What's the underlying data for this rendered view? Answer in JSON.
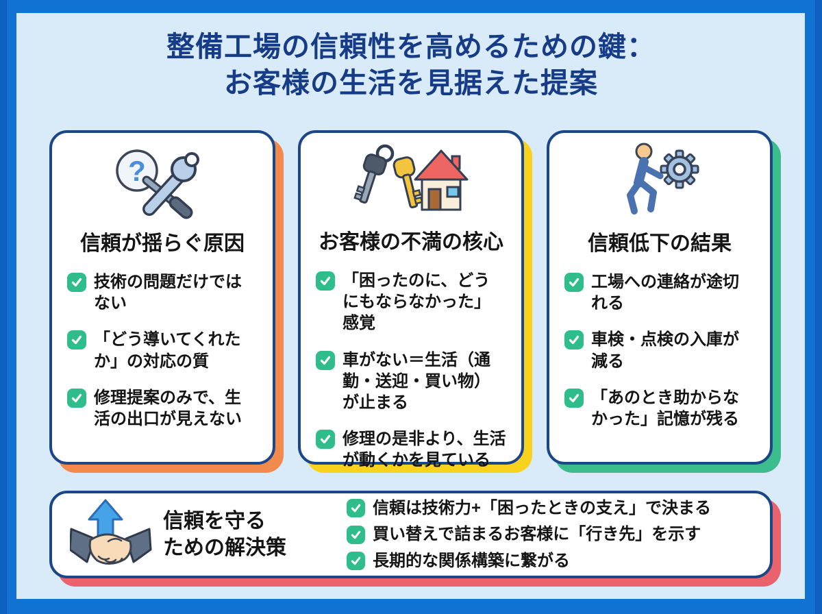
{
  "title": {
    "line1": "整備工場の信頼性を高めるための鍵：",
    "line2": "お客様の生活を見据えた提案"
  },
  "palette": {
    "frame_blue": "#1173d4",
    "frame_edge_blue": "#0d60bf",
    "panel_light_blue": "#d9ebf8",
    "title_navy": "#173c87",
    "card_border_navy": "#1b4688",
    "check_green": "#2fbe8b",
    "text_black": "#141414",
    "card_shadow_orange": "#f28a4d",
    "card_shadow_yellow": "#f8d21c",
    "card_shadow_teal": "#3bbd8e",
    "solution_shadow_red": "#e9626c"
  },
  "cards": [
    {
      "heading": "信頼が揺らぐ原因",
      "icon": "question-wrench-icon",
      "shadow_color": "#f28a4d",
      "items": [
        "技術の問題だけではない",
        "「どう導いてくれたか」の対応の質",
        "修理提案のみで、生活の出口が見えない"
      ]
    },
    {
      "heading": "お客様の不満の核心",
      "icon": "keys-house-icon",
      "shadow_color": "#f8d21c",
      "items": [
        "「困ったのに、どうにもならなかった」感覚",
        "車がない＝生活（通勤・送迎・買い物）が止まる",
        "修理の是非より、生活が動くかを見ている"
      ]
    },
    {
      "heading": "信頼低下の結果",
      "icon": "walking-gear-icon",
      "shadow_color": "#3bbd8e",
      "items": [
        "工場への連絡が途切れる",
        "車検・点検の入庫が減る",
        "「あのとき助からなかった」記憶が残る"
      ]
    }
  ],
  "solution": {
    "heading_line1": "信頼を守る",
    "heading_line2": "ための解決策",
    "icon": "handshake-growth-icon",
    "shadow_color": "#e9626c",
    "items": [
      "信頼は技術力+「困ったときの支え」で決まる",
      "買い替えで詰まるお客様に「行き先」を示す",
      "長期的な関係構築に繋がる"
    ]
  }
}
